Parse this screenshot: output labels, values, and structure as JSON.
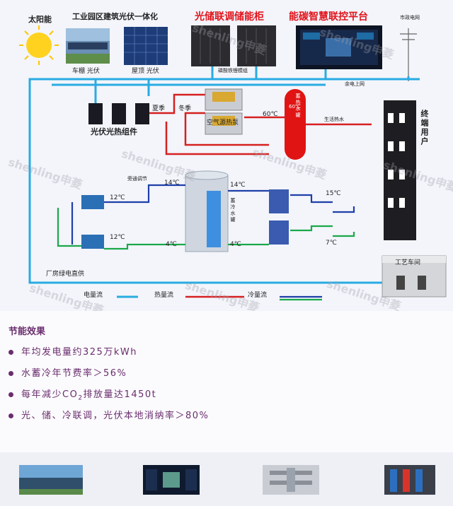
{
  "diagram": {
    "labels": {
      "sun": "太阳能",
      "park": "工业园区建筑光伏一体化",
      "carport_pv": "车棚 光伏",
      "roof_pv": "屋顶 光伏",
      "storage_cabinet": "光储联调储能柜",
      "battery_module": "磷酸铁锂模组",
      "platform": "能碳智慧联控平台",
      "grid": "市政电网",
      "surplus": "余电上网",
      "pvt": "光伏光热组件",
      "summer": "夏季",
      "winter": "冬季",
      "heat_pump": "空气源热泵",
      "temp_60_a": "60℃",
      "temp_60_b": "60℃",
      "heat_tank": "蓄热水罐",
      "hot_water": "生活热水",
      "end_user": "终端用户",
      "bypass": "旁通调节",
      "t14_a": "14℃",
      "t14_b": "14℃",
      "t12_a": "12℃",
      "t12_b": "12℃",
      "t4_a": "4℃",
      "t4_b": "4℃",
      "t15": "15℃",
      "t7": "7℃",
      "cold_tank": "蓄冷水罐",
      "plant_direct": "厂房绿电直供",
      "workshop": "工艺车间",
      "legend_power": "电量流",
      "legend_heat": "热量流",
      "legend_cold": "冷量流",
      "watermark": "shenling申菱"
    },
    "colors": {
      "power": "#29abe2",
      "heat": "#d62020",
      "cold": "#1e3fa8",
      "cold2": "#1aa84a"
    }
  },
  "section": {
    "title": "节能效果",
    "b1": "年均发电量约325万kWh",
    "b2": "水蓄冷年节费率＞56%",
    "b3_pre": "每年减少CO",
    "b3_sub": "2",
    "b3_post": "排放量达1450t",
    "b4": "光、储、冷联调，光伏本地消纳率＞80%"
  }
}
